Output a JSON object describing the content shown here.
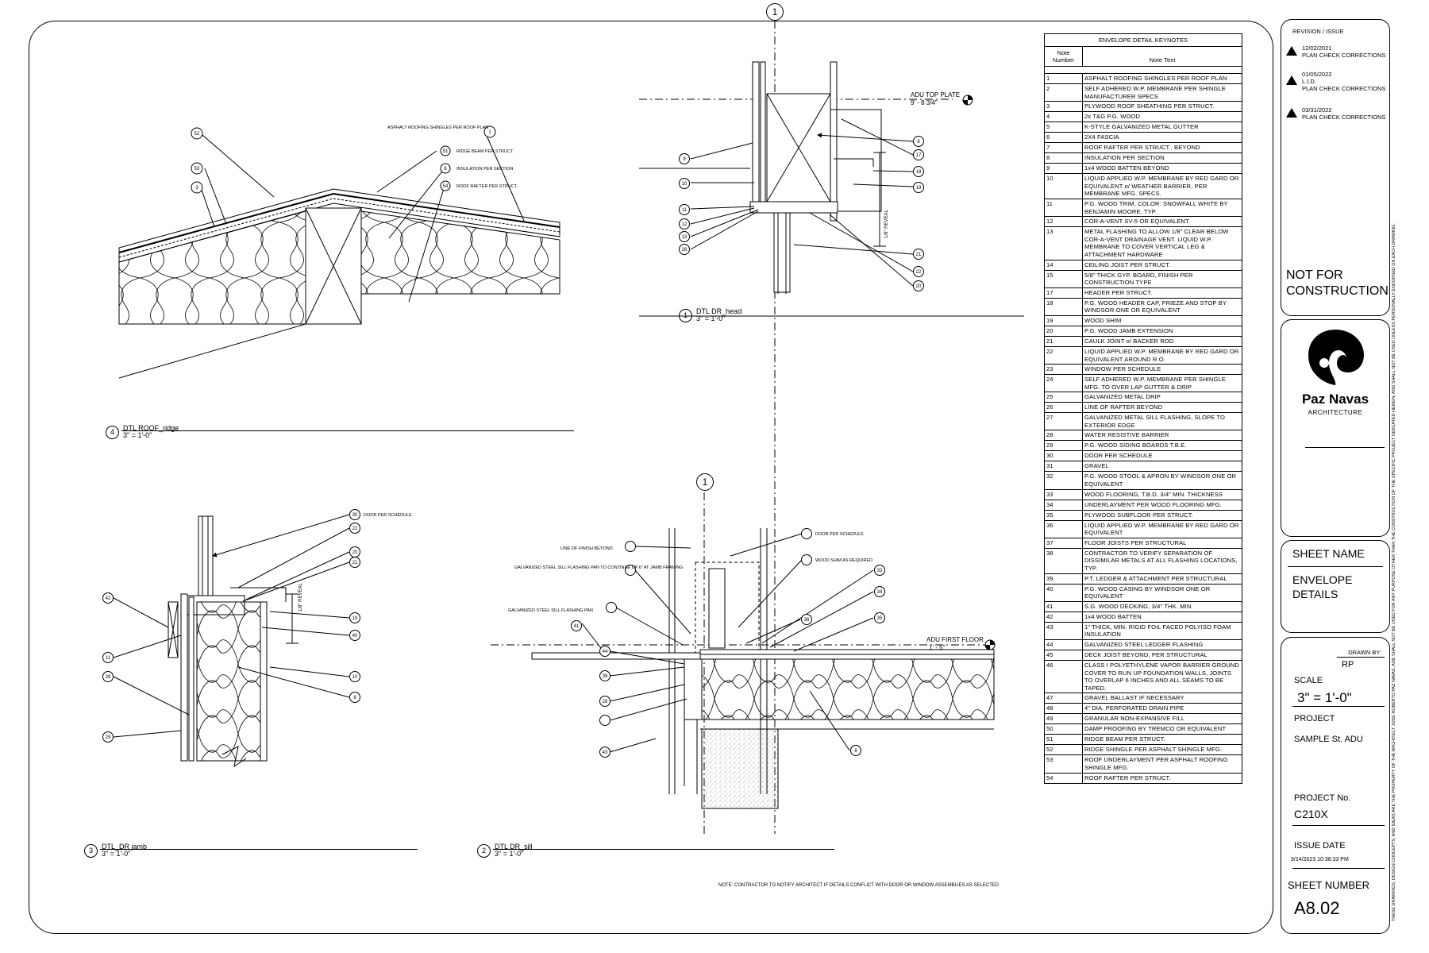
{
  "grid_bubble_top": "1",
  "grid_bubble_mid": "1",
  "keynotes": {
    "title": "ENVELOPE DETAIL KEYNOTES",
    "col_number": "Note Number",
    "col_text": "Note Text",
    "rows": [
      {
        "n": "1",
        "t": "ASPHALT ROOFING SHINGLES PER ROOF PLAN"
      },
      {
        "n": "2",
        "t": "SELF ADHERED W.P. MEMBRANE PER SHINGLE MANUFACTURER SPECS"
      },
      {
        "n": "3",
        "t": "PLYWOOD ROOF SHEATHING PER STRUCT."
      },
      {
        "n": "4",
        "t": "2x T&G P.G. WOOD"
      },
      {
        "n": "5",
        "t": "K-STYLE GALVANIZED METAL GUTTER"
      },
      {
        "n": "6",
        "t": "2X4 FASCIA"
      },
      {
        "n": "7",
        "t": "ROOF RAFTER PER STRUCT., BEYOND"
      },
      {
        "n": "8",
        "t": "INSULATION PER SECTION"
      },
      {
        "n": "9",
        "t": "1x4 WOOD BATTEN BEYOND"
      },
      {
        "n": "10",
        "t": "LIQUID APPLIED W.P. MEMBRANE BY RED GARD OR EQUIVALENT o/ WEATHER BARRIER, PER MEMBRANE MFG. SPECS."
      },
      {
        "n": "11",
        "t": "P.G. WOOD TRIM, COLOR: SNOWFALL WHITE BY BENJAMIN MOORE, TYP."
      },
      {
        "n": "12",
        "t": "COR-A-VENT SV-5 OR EQUIVALENT"
      },
      {
        "n": "13",
        "t": "METAL FLASHING TO ALLOW 1/8\" CLEAR BELOW COR-A-VENT DRAINAGE VENT. LIQUID W.P. MEMBRANE TO COVER VERTICAL LEG & ATTACHMENT HARDWARE"
      },
      {
        "n": "14",
        "t": "CEILING JOIST PER STRUCT."
      },
      {
        "n": "15",
        "t": "5/8\" THICK GYP. BOARD, FINISH PER CONSTRUCTION TYPE"
      },
      {
        "n": "17",
        "t": "HEADER PER STRUCT."
      },
      {
        "n": "18",
        "t": "P.G. WOOD HEADER CAP, FRIEZE AND STOP BY WINDSOR ONE OR EQUIVALENT"
      },
      {
        "n": "19",
        "t": "WOOD SHIM"
      },
      {
        "n": "20",
        "t": "P.G. WOOD JAMB EXTENSION"
      },
      {
        "n": "21",
        "t": "CAULK JOINT o/ BACKER ROD"
      },
      {
        "n": "22",
        "t": "LIQUID APPLIED W.P. MEMBRANE BY RED GARD OR EQUIVALENT AROUND R.O."
      },
      {
        "n": "23",
        "t": "WINDOW PER SCHEDULE"
      },
      {
        "n": "24",
        "t": "SELF ADHERED W.P. MEMBRANE PER SHINGLE MFG. TO OVER LAP GUTTER & DRIP"
      },
      {
        "n": "25",
        "t": "GALVANIZED METAL DRIP"
      },
      {
        "n": "26",
        "t": "LINE OF RAFTER BEYOND"
      },
      {
        "n": "27",
        "t": "GALVANIZED METAL SILL FLASHING, SLOPE TO EXTERIOR EDGE"
      },
      {
        "n": "28",
        "t": "WATER RESISTIVE BARRIER"
      },
      {
        "n": "29",
        "t": "P.G. WOOD SIDING BOARDS T.B.E."
      },
      {
        "n": "30",
        "t": "DOOR PER SCHEDULE"
      },
      {
        "n": "31",
        "t": "GRAVEL"
      },
      {
        "n": "32",
        "t": "P.G. WOOD STOOL & APRON BY WINDSOR ONE OR EQUIVALENT"
      },
      {
        "n": "33",
        "t": "WOOD FLOORING, T.B.D. 3/4\" MIN. THICKNESS"
      },
      {
        "n": "34",
        "t": "UNDERLAYMENT PER WOOD FLOORING MFG."
      },
      {
        "n": "35",
        "t": "PLYWOOD SUBFLOOR PER STRUCT."
      },
      {
        "n": "36",
        "t": "LIQUID APPLIED W.P. MEMBRANE BY RED GARD OR EQUIVALENT"
      },
      {
        "n": "37",
        "t": "FLOOR JOISTS PER STRUCTURAL"
      },
      {
        "n": "38",
        "t": "CONTRACTOR TO VERIFY SEPARATION OF DISSIMILAR METALS AT ALL FLASHING LOCATIONS, TYP."
      },
      {
        "n": "39",
        "t": "P.T. LEDGER & ATTACHMENT PER STRUCTURAL"
      },
      {
        "n": "40",
        "t": "P.G. WOOD CASING BY WINDSOR ONE OR EQUIVALENT"
      },
      {
        "n": "41",
        "t": "S.G. WOOD DECKING, 3/4\" THK. MIN."
      },
      {
        "n": "42",
        "t": "1x4 WOOD BATTEN"
      },
      {
        "n": "43",
        "t": "1\" THICK, MIN. RIGID FOIL FACED POLYISO FOAM INSULATION"
      },
      {
        "n": "44",
        "t": "GALVANIZED STEEL LEDGER FLASHING"
      },
      {
        "n": "45",
        "t": "DECK JOIST BEYOND, PER STRUCTURAL"
      },
      {
        "n": "46",
        "t": "CLASS I POLYETHYLENE VAPOR BARRIER GROUND COVER TO RUN UP FOUNDATION WALLS, JOINTS TO OVERLAP 6 INCHES AND ALL SEAMS TO BE TAPED."
      },
      {
        "n": "47",
        "t": "GRAVEL BALLAST IF NECESSARY"
      },
      {
        "n": "48",
        "t": "4\" DIA. PERFORATED DRAIN PIPE"
      },
      {
        "n": "49",
        "t": "GRANULAR NON-EXPANSIVE FILL"
      },
      {
        "n": "50",
        "t": "DAMP PROOFING BY TREMCO OR EQUIVALENT"
      },
      {
        "n": "51",
        "t": "RIDGE BEAM PER STRUCT."
      },
      {
        "n": "52",
        "t": "RIDGE SHINGLE PER ASPHALT SHINGLE MFG."
      },
      {
        "n": "53",
        "t": "ROOF UNDERLAYMENT PER ASPHALT ROOFING SHINGLE MFG."
      },
      {
        "n": "54",
        "t": "ROOF RAFTER PER STRUCT."
      }
    ]
  },
  "details": {
    "roof": {
      "num": "4",
      "name": "DTL ROOF_ridge",
      "scale": "3\" = 1'-0\""
    },
    "head": {
      "num": "1",
      "name": "DTL DR_head",
      "scale": "3\" = 1'-0\""
    },
    "jamb": {
      "num": "3",
      "name": "DTL_DR jamb",
      "scale": "3\" = 1'-0\""
    },
    "sill": {
      "num": "2",
      "name": "DTL DR_sill",
      "scale": "3\" = 1'-0\""
    }
  },
  "roof_callouts": {
    "c1": "ASPHALT ROOFING SHINGLES PER ROOF PLAN",
    "c51": "RIDGE BEAM PER STRUCT.",
    "c8": "INSULATION PER SECTION",
    "c54": "ROOF RAFTER PER STRUCT.",
    "b1": "1",
    "b51": "51",
    "b8": "8",
    "b54": "54",
    "b52": "52",
    "b53": "53",
    "b3": "3"
  },
  "head_labels": {
    "level_name": "ADU TOP PLATE",
    "level_elev": "9' - 8 3/4\"",
    "rough": "1/8\" REVEAL",
    "left": [
      "9",
      "10",
      "11",
      "12",
      "13",
      "26"
    ],
    "right": [
      "8",
      "17",
      "18",
      "19",
      "21",
      "22",
      "20"
    ]
  },
  "jamb_labels": {
    "door": "DOOR PER SCHEDULE",
    "reveal": "1/8\" REVEAL",
    "right": [
      "30",
      "22",
      "20",
      "21",
      "19",
      "40",
      "10",
      "8"
    ],
    "left": [
      "42",
      "11",
      "28",
      "29"
    ]
  },
  "sill_labels": {
    "line_finish": "LINE OF FINISH BEYOND",
    "galv_pan_cont": "GALVANIZED STEEL SILL FLASHING PAN TO CONTINUE UP 6\" AT JAMB FRAMING",
    "galv_pan": "GALVANIZED STEEL SILL FLASHING PAN",
    "door": "DOOR PER SCHEDULE",
    "shim": "WOOD SHIM AS REQUIRED",
    "level_name": "ADU FIRST FLOOR",
    "level_elev": "1' - 5\"",
    "right": [
      "33",
      "34",
      "35",
      "36"
    ],
    "b8": "8",
    "left": [
      "41",
      "44",
      "39",
      "28",
      "43"
    ]
  },
  "note": "NOTE: CONTRACTOR TO NOTIFY ARCHITECT IF DETAILS CONFLICT WITH DOOR OR WINDOW ASSEMBLIES AS SELECTED",
  "titleblock": {
    "revision_title": "REVISION / ISSUE",
    "revisions": [
      {
        "date": "12/02/2021",
        "desc": "PLAN CHECK CORRECTIONS"
      },
      {
        "date": "01/05/2022",
        "desc": "L.I.D.\nPLAN CHECK CORRECTIONS"
      },
      {
        "date": "03/31/2022",
        "desc": "PLAN CHECK CORRECTIONS"
      }
    ],
    "nfc": "NOT FOR CONSTRUCTION",
    "firm_name": "Paz Navas",
    "firm_sub": "ARCHITECTURE",
    "sheet_name_label": "SHEET NAME",
    "sheet_name": "ENVELOPE DETAILS",
    "drawn_by_label": "DRAWN BY:",
    "drawn_by": "RP",
    "scale_label": "SCALE",
    "scale": "3\" = 1'-0\"",
    "project_label": "PROJECT",
    "project": "SAMPLE St. ADU",
    "project_no_label": "PROJECT No.",
    "project_no": "C210X",
    "issue_date_label": "ISSUE DATE",
    "issue_date": "9/14/2023 10:38:33 PM",
    "sheet_number_label": "SHEET NUMBER",
    "sheet_number": "A8.02",
    "vertical_note": "THESE DRAWINGS, DESIGN CONCEPTS, AND IDEAS ARE THE PROPERTY OF THE ARCHITECT JOSE ROBERTO PAZ NAVAS, AND SHALL NOT BE USED FOR ANY PURPOSE OTHER THAN THE CONSTRUCTION OF THE SPECIFIC PROJECT INDICATED HEREIN, AND SHALL NOT BE USED UNLESS PERSONALLY ENDORSED ON EACH DRAWING."
  }
}
